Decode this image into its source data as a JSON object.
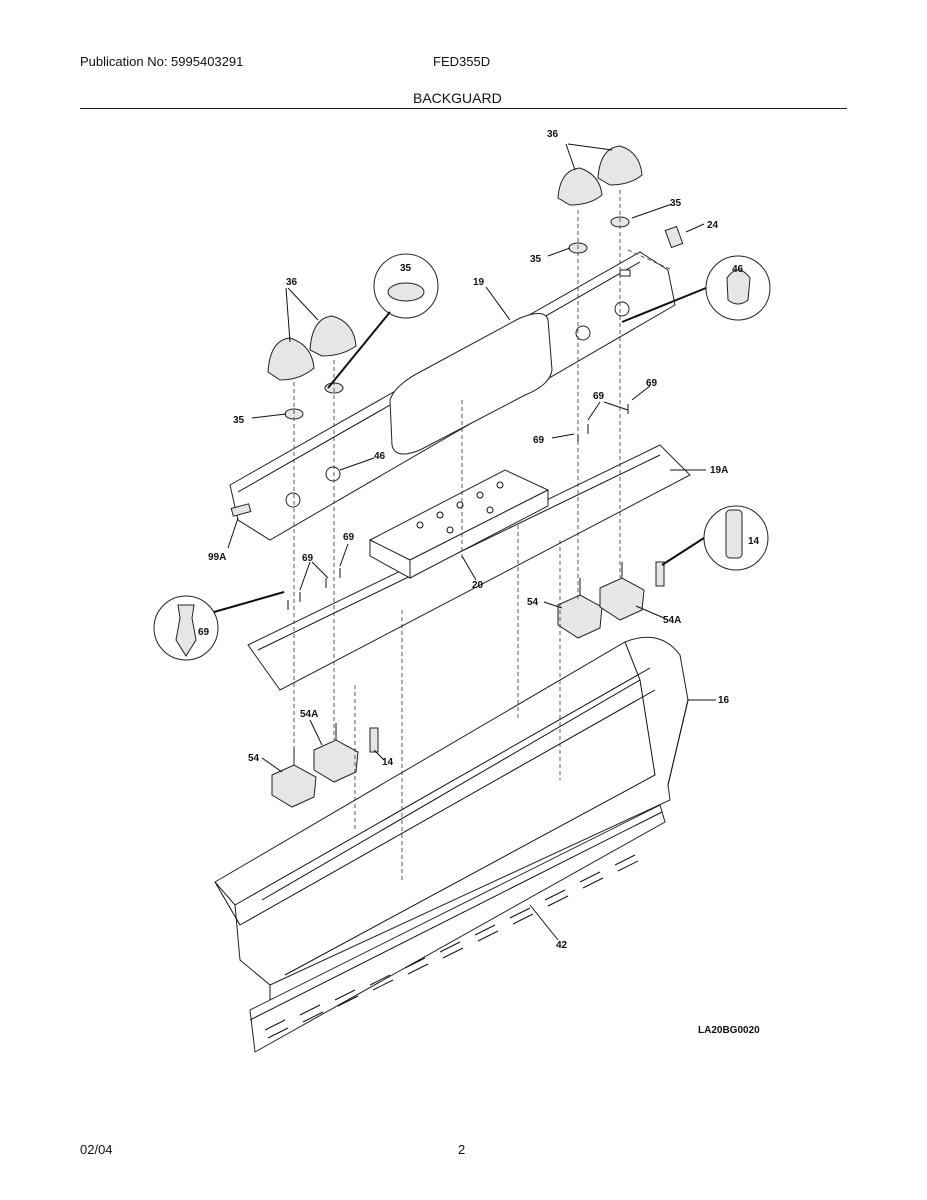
{
  "header": {
    "publication": "Publication No: 5995403291",
    "model": "FED355D",
    "section_title": "BACKGUARD"
  },
  "footer": {
    "date": "02/04",
    "page": "2"
  },
  "diagram": {
    "code": "LA20BG0020",
    "labels": {
      "l36_top": "36",
      "l35_top_r": "35",
      "l24": "24",
      "l35_top_l": "35",
      "l46_circle": "46",
      "l19": "19",
      "l35_circle": "35",
      "l36_left": "36",
      "l35_left": "35",
      "l46": "46",
      "l69_a": "69",
      "l69_b": "69",
      "l69_c": "69",
      "l19a": "19A",
      "l99a": "99A",
      "l69_d": "69",
      "l69_e": "69",
      "l20": "20",
      "l14_circle": "14",
      "l54_r": "54",
      "l54a_r": "54A",
      "l69_circle": "69",
      "l16": "16",
      "l54a_l": "54A",
      "l14": "14",
      "l54_l": "54",
      "l42": "42"
    }
  }
}
